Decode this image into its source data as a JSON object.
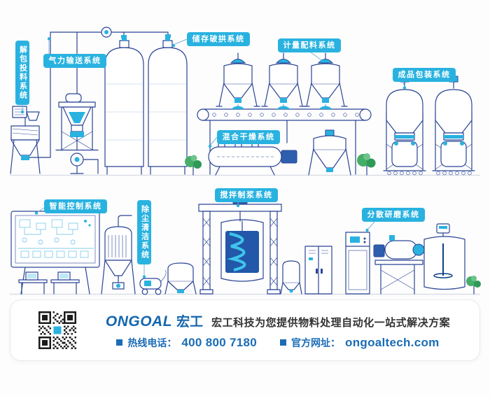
{
  "systems": {
    "unpacking": "解包投料系统",
    "pneumatic": "气力输送系统",
    "storage": "储存破拱系统",
    "metering": "计量配料系统",
    "packaging": "成品包装系统",
    "mixing_drying": "混合干燥系统",
    "smart_control": "智能控制系统",
    "dust_cleaning": "除尘清洁系统",
    "stirring_pulping": "搅拌制浆系统",
    "dispersing_grinding": "分散研磨系统"
  },
  "footer": {
    "brand_en": "ONGOAL",
    "brand_cn": "宏工",
    "slogan": "宏工科技为您提供物料处理自动化一站式解决方案",
    "hotline_label": "热线电话：",
    "hotline_number": "400 800 7180",
    "website_label": "官方网址：",
    "website_url": "ongoaltech.com"
  },
  "colors": {
    "label_cyan": "#29b2e0",
    "line_navy": "#2a4495",
    "brand_blue": "#1566ae",
    "accent_blue": "#2d5fae",
    "tree_green": "#46ae68"
  }
}
